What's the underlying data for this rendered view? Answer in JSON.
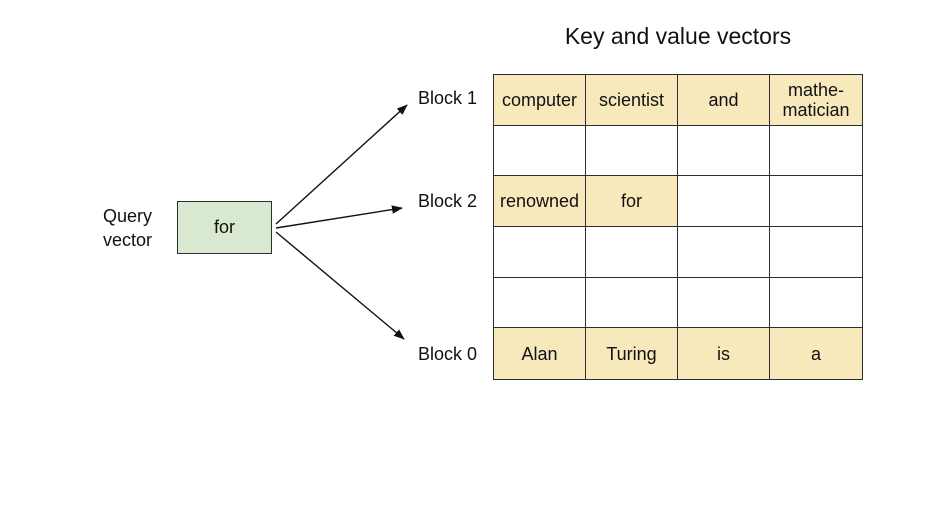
{
  "title": "Key and value vectors",
  "query_vector": {
    "label": "Query\nvector",
    "value": "for"
  },
  "block_labels": {
    "block1": "Block 1",
    "block2": "Block 2",
    "block0": "Block 0"
  },
  "table": {
    "rows": [
      {
        "cells": [
          "computer",
          "scientist",
          "and",
          "mathe-\nmatician"
        ],
        "highlighted": [
          true,
          true,
          true,
          true
        ]
      },
      {
        "cells": [
          "",
          "",
          "",
          ""
        ],
        "highlighted": [
          false,
          false,
          false,
          false
        ]
      },
      {
        "cells": [
          "renowned",
          "for",
          "",
          ""
        ],
        "highlighted": [
          true,
          true,
          false,
          false
        ]
      },
      {
        "cells": [
          "",
          "",
          "",
          ""
        ],
        "highlighted": [
          false,
          false,
          false,
          false
        ]
      },
      {
        "cells": [
          "",
          "",
          "",
          ""
        ],
        "highlighted": [
          false,
          false,
          false,
          false
        ]
      },
      {
        "cells": [
          "Alan",
          "Turing",
          "is",
          "a"
        ],
        "highlighted": [
          true,
          true,
          true,
          true
        ]
      }
    ]
  },
  "colors": {
    "canvas_bg": "#ffffff",
    "text_color": "#111111",
    "cell_highlight": "#f7e9bc",
    "query_box_fill": "#d9e8d0",
    "table_border": "#2e2e2e",
    "arrow_color": "#111111"
  }
}
